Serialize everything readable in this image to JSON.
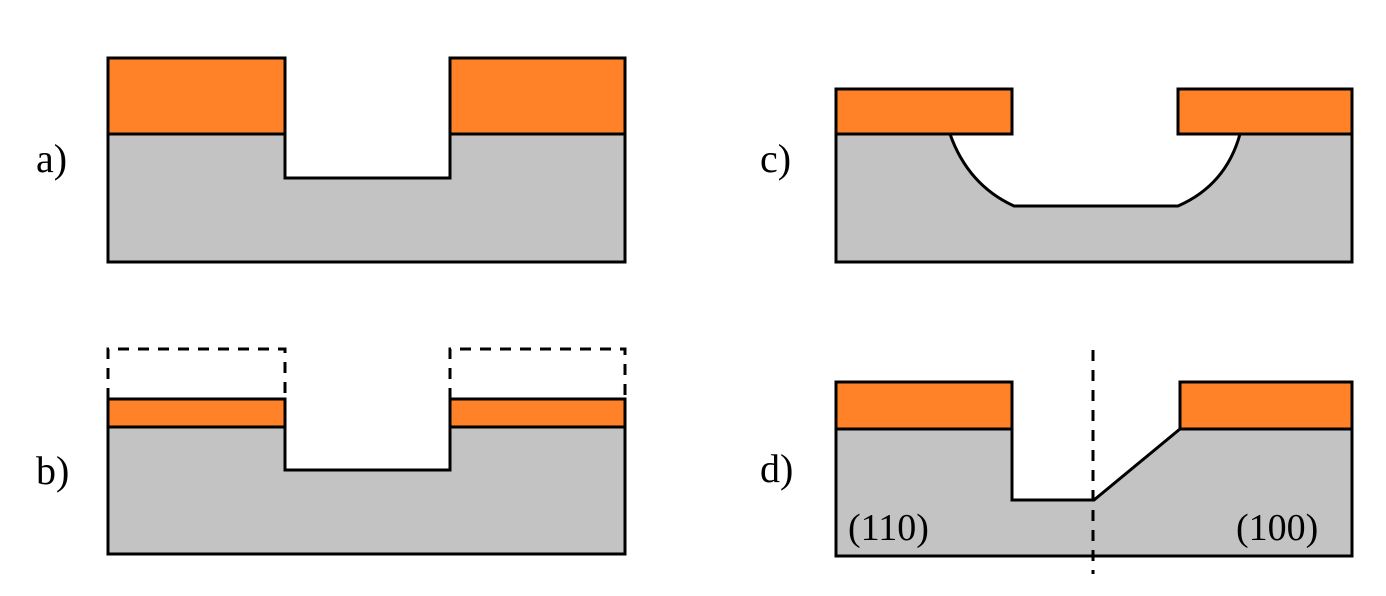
{
  "colors": {
    "mask": "#ff8228",
    "substrate": "#c3c3c3",
    "outline": "#000000",
    "background": "#ffffff"
  },
  "panels": [
    {
      "id": "a",
      "label": "a)"
    },
    {
      "id": "b",
      "label": "b)"
    },
    {
      "id": "c",
      "label": "c)"
    },
    {
      "id": "d",
      "label": "d)"
    }
  ],
  "crystal_planes": {
    "left": "(110)",
    "right": "(100)"
  }
}
